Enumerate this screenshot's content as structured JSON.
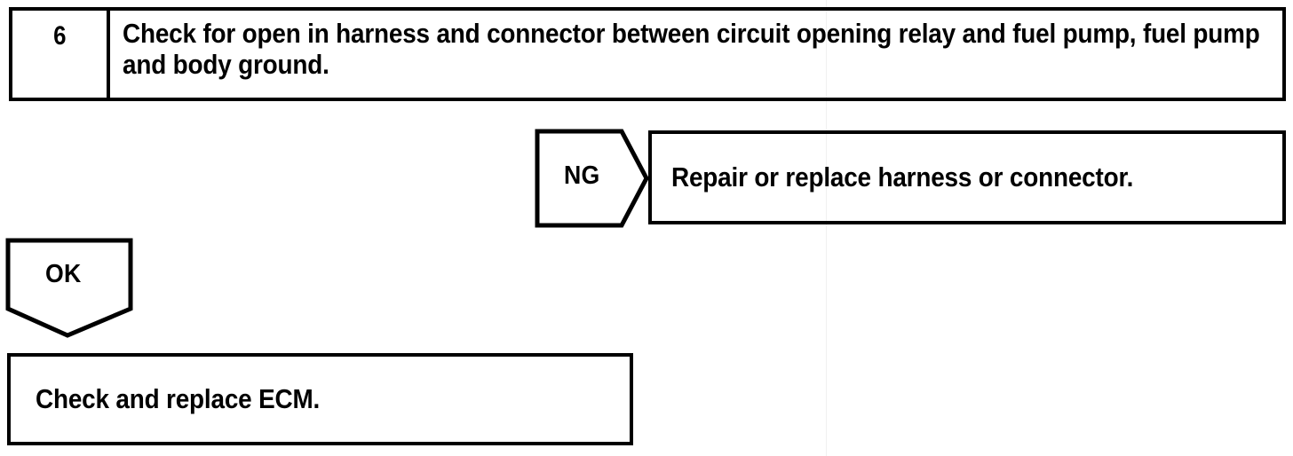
{
  "page": {
    "title": "Diagnostic Troubleshooting Flowchart",
    "background_color": "#ffffff",
    "line_color": "#000000"
  },
  "step": {
    "number": "6",
    "instruction": "Check for open in harness and connector between circuit opening relay and fuel pump, fuel pump and body ground."
  },
  "branches": {
    "ng": {
      "label": "NG",
      "result_text": "Repair or replace harness or connector."
    },
    "ok": {
      "label": "OK",
      "result_text": "Check and replace ECM."
    }
  }
}
